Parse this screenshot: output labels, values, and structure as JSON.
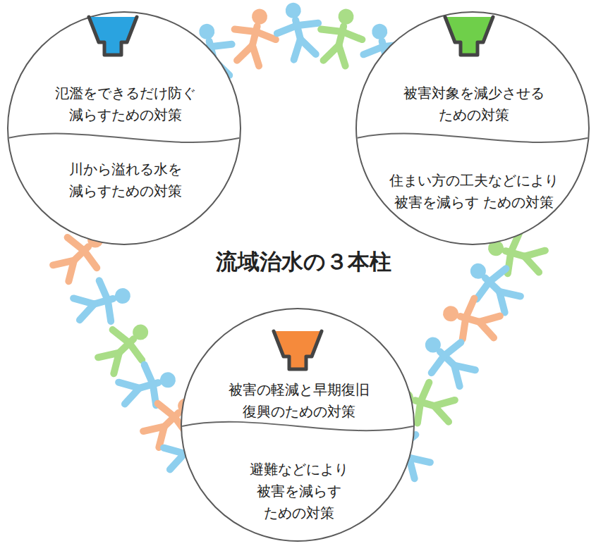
{
  "diagram": {
    "title": "流域治水の３本柱",
    "nodes": [
      {
        "text": [
          "氾濫をできるだけ防ぐ 減らすための対策",
          "川から溢れる水を 減らすための対策"
        ]
      },
      {
        "text": [
          "被害対象を減少させる ための対策",
          "住まい方の工夫などにより 被害を減らす ための対策"
        ]
      },
      {
        "text": [
          "被害の軽減と早期復旧 復興のための対策",
          "避難などにより 被害を減らす ための対策"
        ]
      }
    ]
  }
}
